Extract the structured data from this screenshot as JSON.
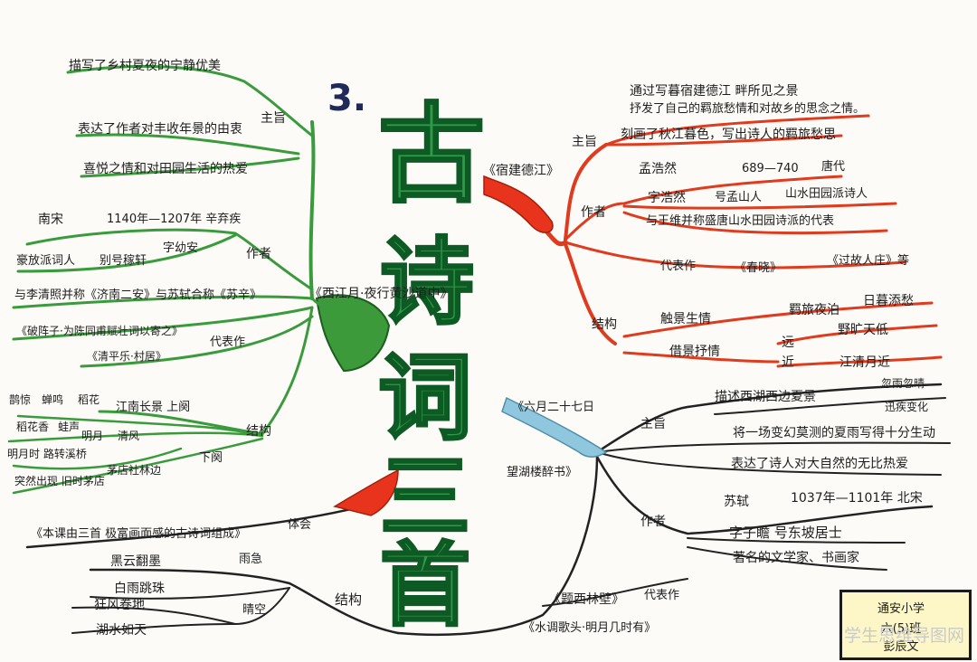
{
  "title": {
    "number": "3.",
    "chars": [
      "古",
      "诗",
      "词",
      "三",
      "首"
    ]
  },
  "green_branch": {
    "poem": "《西江月·夜行黄沙道中》",
    "theme_label": "主旨",
    "theme_1": "描写了乡村夏夜的宁静优美",
    "theme_2": "表达了作者对丰收年景的由衷",
    "theme_3": "喜悦之情和对田园生活的热爱",
    "author_label": "作者",
    "dynasty": "南宋",
    "years_name": "1140年—1207年 辛弃疾",
    "school": "豪放派词人",
    "alias": "别号稼轩",
    "courtesy": "字幼安",
    "works_label": "代表作",
    "works_1": "与李清照并称《济南二安》与苏轼合称《苏辛》",
    "works_2": "《破阵子·为陈同甫赋壮词以寄之》",
    "works_3": "《清平乐·村居》",
    "structure_label": "结构",
    "structure_note": "江南长景 上阕",
    "s_1a": "鹊惊",
    "s_1b": "蝉鸣",
    "s_1c": "稻花",
    "s_2a": "稻花香",
    "s_2b": "蛙声",
    "s_3a": "明月",
    "s_3b": "清风",
    "s_4": "明月时 路转溪桥",
    "s_5": "突然出现 旧时茅店",
    "lower_label": "下阕",
    "lower_note": "茅店社林边"
  },
  "red_branch": {
    "poem": "《宿建德江》",
    "theme_label": "主旨",
    "theme_1": "通过写暮宿建德江 畔所见之景",
    "theme_2": "抒发了自己的羁旅愁情和对故乡的思念之情。",
    "theme_3": "刻画了秋江暮色，写出诗人的羁旅愁思",
    "author_label": "作者",
    "name": "孟浩然",
    "years": "689—740",
    "dynasty": "唐代",
    "courtesy": "字浩然",
    "alias": "号孟山人",
    "school": "山水田园派诗人",
    "fame": "与王维并称盛唐山水田园诗派的代表",
    "works_label": "代表作",
    "works_1": "《春晓》",
    "works_2": "《过故人庄》等",
    "structure_label": "结构",
    "s_touch": "触景生情",
    "s_touch_a": "羁旅夜泊",
    "s_touch_b": "日暮添愁",
    "s_scene": "借景抒情",
    "s_far": "远",
    "s_far_v": "野旷天低",
    "s_near": "近",
    "s_near_v": "江清月近"
  },
  "blue_branch": {
    "poem_1": "《六月二十七日",
    "poem_2": "望湖楼醉书》",
    "theme_label": "主旨",
    "theme_1": "描述西湖西边夏景",
    "theme_tag": "忽雨忽晴",
    "theme_tag2": "迅疾变化",
    "theme_2": "将一场变幻莫测的夏雨写得十分生动",
    "theme_3": "表达了诗人对大自然的无比热爱",
    "author_label": "作者",
    "name": "苏轼",
    "years": "1037年—1101年 北宋",
    "courtesy": "字子瞻 号东坡居士",
    "fame": "著名的文学家、书画家",
    "works_label": "代表作",
    "works_1": "《题西林壁》",
    "works_2": "《水调歌头·明月几时有》"
  },
  "bottom_branch": {
    "note": "《本课由三首 极富画面感的古诗词组成》",
    "theme": "体会",
    "structure_label": "结构",
    "rain_label": "雨急",
    "r_1": "黑云翻墨",
    "r_2": "白雨跳珠",
    "r_3": "狂风卷地",
    "r_4": "湖水如天",
    "sky_label": "晴空"
  },
  "badge": {
    "line_1": "通安小学",
    "line_2": "六(5)班",
    "line_3": "彭辰文"
  },
  "watermark": "学生思维导图网",
  "colors": {
    "green": "#2f9a48",
    "red": "#e0321c",
    "blue": "#8dc6de",
    "ink": "#1d1d1d",
    "badge": "#fdf7c8"
  }
}
